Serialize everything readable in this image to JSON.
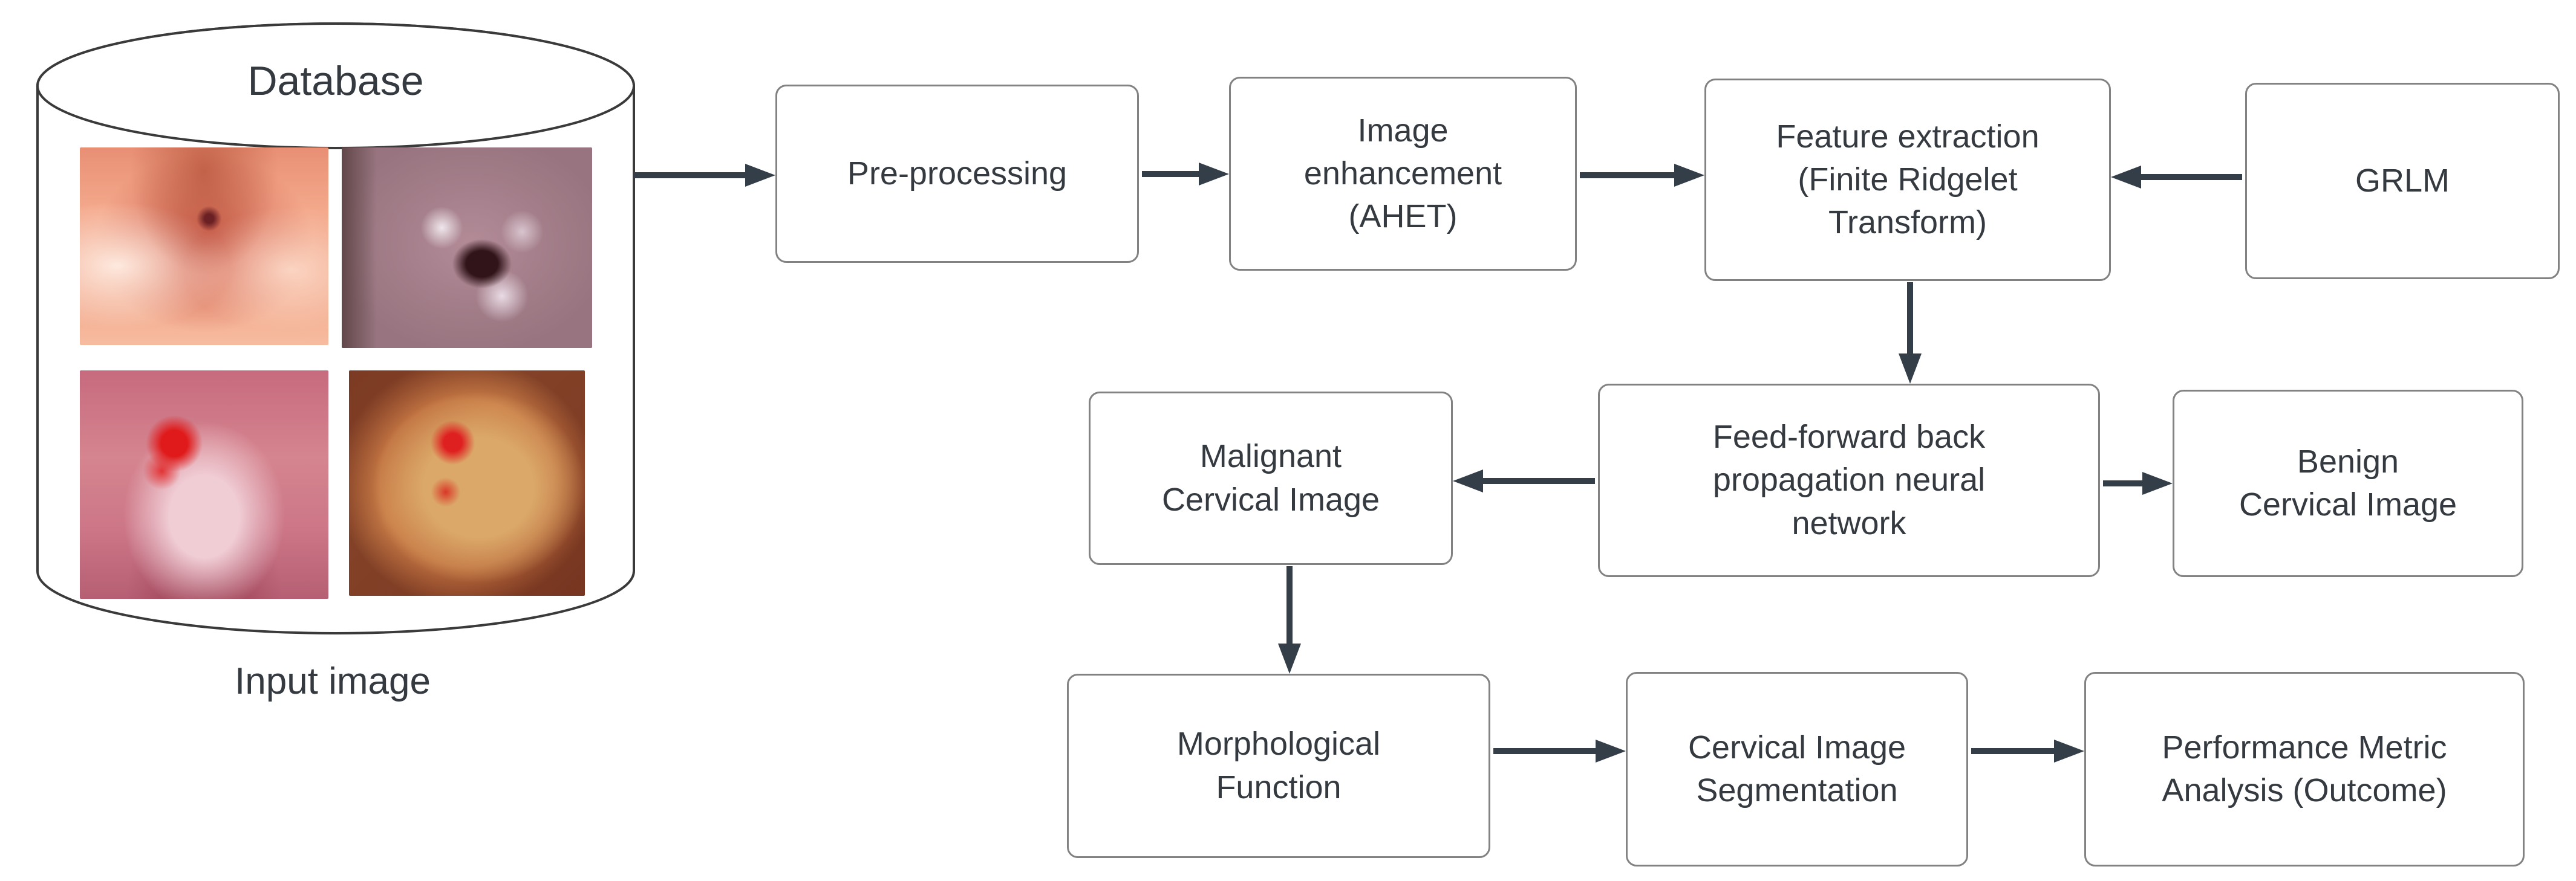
{
  "colors": {
    "arrow": "#333e48",
    "border": "#828282",
    "fill": "#ffffff",
    "text": "#343a40",
    "outline": "#3a3a3a"
  },
  "database": {
    "title": "Database",
    "caption": "Input image",
    "images": [
      "cervical-photo-top-left",
      "cervical-photo-top-right",
      "cervical-photo-bottom-left",
      "cervical-photo-bottom-right"
    ]
  },
  "nodes": {
    "preprocessing": {
      "label": "Pre-processing"
    },
    "enhancement": {
      "label": "Image\nenhancement\n(AHET)"
    },
    "feature_extraction": {
      "label": "Feature extraction\n(Finite Ridgelet\nTransform)"
    },
    "grlm": {
      "label": "GRLM"
    },
    "ffbpnn": {
      "label": "Feed-forward back\npropagation neural\nnetwork"
    },
    "malignant": {
      "label": "Malignant\nCervical Image"
    },
    "benign": {
      "label": "Benign\nCervical Image"
    },
    "morphological": {
      "label": "Morphological\nFunction"
    },
    "segmentation": {
      "label": "Cervical Image\nSegmentation"
    },
    "performance": {
      "label": "Performance Metric\nAnalysis (Outcome)"
    }
  },
  "flows": [
    {
      "from": "database",
      "to": "preprocessing"
    },
    {
      "from": "preprocessing",
      "to": "enhancement"
    },
    {
      "from": "enhancement",
      "to": "feature_extraction"
    },
    {
      "from": "grlm",
      "to": "feature_extraction"
    },
    {
      "from": "feature_extraction",
      "to": "ffbpnn"
    },
    {
      "from": "ffbpnn",
      "to": "malignant"
    },
    {
      "from": "ffbpnn",
      "to": "benign"
    },
    {
      "from": "malignant",
      "to": "morphological"
    },
    {
      "from": "morphological",
      "to": "segmentation"
    },
    {
      "from": "segmentation",
      "to": "performance"
    }
  ]
}
